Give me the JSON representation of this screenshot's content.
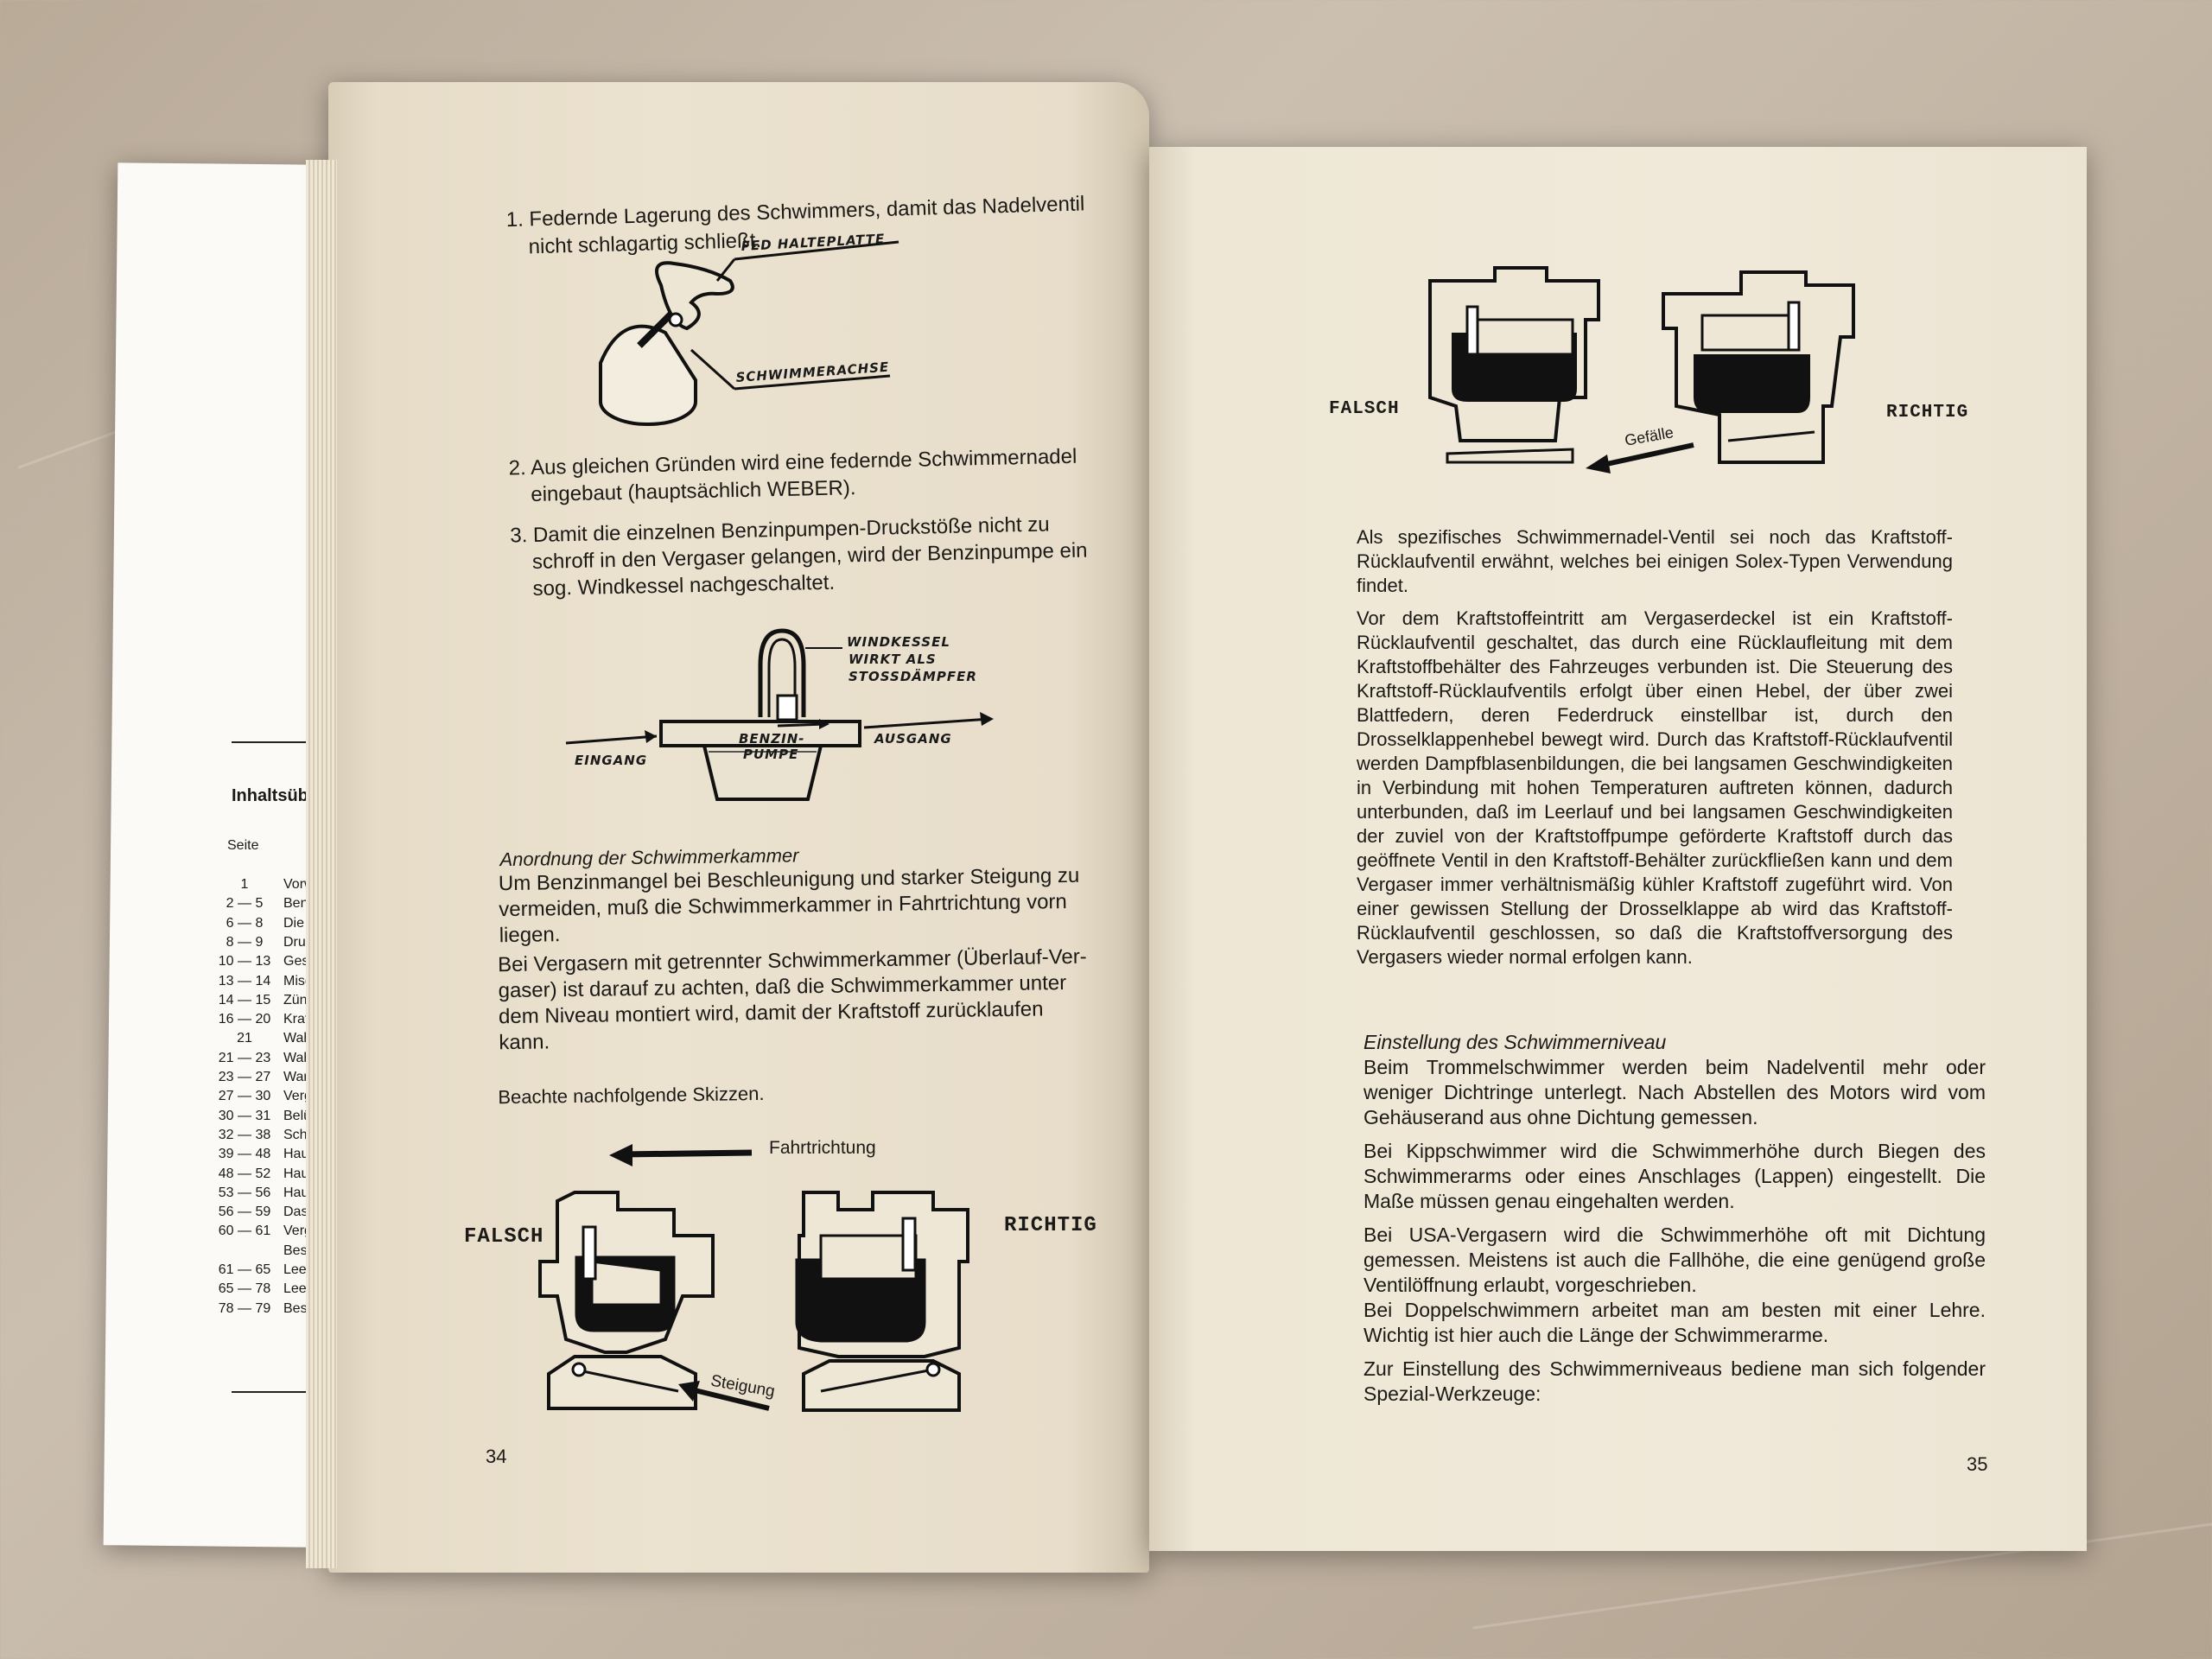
{
  "toc": {
    "title": "Inhaltsübersi",
    "seite": "Seite",
    "rows": [
      {
        "pages": "1",
        "title": "Vorw"
      },
      {
        "pages": "2 — 5",
        "title": "Benz"
      },
      {
        "pages": "6 — 8",
        "title": "Die V"
      },
      {
        "pages": "8 — 9",
        "title": "Druck"
      },
      {
        "pages": "10 — 13",
        "title": "Gese"
      },
      {
        "pages": "13 — 14",
        "title": "Misch"
      },
      {
        "pages": "14 — 15",
        "title": "Zünd"
      },
      {
        "pages": "16 — 20",
        "title": "Kraft"
      },
      {
        "pages": "21",
        "title": "Wahl"
      },
      {
        "pages": "21 — 23",
        "title": "Wahl"
      },
      {
        "pages": "23 — 27",
        "title": "Waru"
      },
      {
        "pages": "27 — 30",
        "title": "Verga"
      },
      {
        "pages": "30 — 31",
        "title": "Belüf"
      },
      {
        "pages": "32 — 38",
        "title": "Schw"
      },
      {
        "pages": "39 — 48",
        "title": "Haup"
      },
      {
        "pages": "48 — 52",
        "title": "Haup"
      },
      {
        "pages": "53 — 56",
        "title": "Haup"
      },
      {
        "pages": "56 — 59",
        "title": "Das L"
      },
      {
        "pages": "60 — 61",
        "title": "Verga"
      },
      {
        "pages": "",
        "title": "Besch"
      },
      {
        "pages": "61 — 65",
        "title": "Leerla"
      },
      {
        "pages": "65 — 78",
        "title": "Leerla"
      },
      {
        "pages": "78 — 79",
        "title": "Besch"
      }
    ]
  },
  "left": {
    "item1_line1": "1. Federnde Lagerung des Schwimmers, damit das Nadelventil",
    "item1_line2": "nicht schlagartig schließt.",
    "fig1": {
      "label_a": "FED HALTEPLATTE",
      "label_b": "SCHWIMMERACHSE"
    },
    "item2_line1": "2. Aus gleichen Gründen wird eine federnde Schwimmernadel",
    "item2_line2": "eingebaut (hauptsächlich WEBER).",
    "item3_line1": "3. Damit die einzelnen Benzinpumpen-Druckstöße nicht zu",
    "item3_line2": "schroff in den Vergaser gelangen, wird der Benzinpumpe ein",
    "item3_line3": "sog. Windkessel nachgeschaltet.",
    "fig2": {
      "windkessel_1": "WINDKESSEL",
      "windkessel_2": "WIRKT ALS",
      "windkessel_3": "STOSSDÄMPFER",
      "eingang": "EINGANG",
      "ausgang": "AUSGANG",
      "pumpe_1": "BENZIN-",
      "pumpe_2": "PUMPE"
    },
    "heading": "Anordnung der Schwimmerkammer",
    "para1": [
      "Um Benzinmangel bei Beschleunigung und starker Steigung zu",
      "vermeiden, muß die Schwimmerkammer in Fahrtrichtung vorn",
      "liegen."
    ],
    "para2": [
      "Bei Vergasern mit getrennter Schwimmerkammer (Überlauf-Ver-",
      "gaser) ist darauf zu achten, daß die Schwimmerkammer unter",
      "dem Niveau montiert wird, damit der Kraftstoff zurücklaufen",
      "kann."
    ],
    "para3": "Beachte nachfolgende Skizzen.",
    "fahrtrichtung": "Fahrtrichtung",
    "falsch": "FALSCH",
    "richtig": "RICHTIG",
    "steigung": "Steigung",
    "page_number": "34"
  },
  "right": {
    "falsch": "FALSCH",
    "richtig": "RICHTIG",
    "gefaelle": "Gefälle",
    "para1": "Als spezifisches Schwimmernadel-Ventil sei noch das Kraftstoff-Rücklaufventil erwähnt, welches bei einigen Solex-Typen Verwendung findet.",
    "para2": "Vor dem Kraftstoffeintritt am Vergaserdeckel ist ein Kraftstoff-Rücklaufventil geschaltet, das durch eine Rücklaufleitung mit dem Kraftstoffbehälter des Fahrzeuges verbunden ist. Die Steuerung des Kraftstoff-Rücklaufventils erfolgt über einen Hebel, der über zwei Blattfedern, deren Federdruck einstellbar ist, durch den Drosselklappenhebel bewegt wird. Durch das Kraftstoff-Rücklaufventil werden Dampfblasenbildungen, die bei langsamen Geschwindigkeiten in Verbindung mit hohen Temperaturen auftreten können, dadurch unterbunden, daß im Leerlauf und bei langsamen Geschwindigkeiten der zuviel von der Kraftstoffpumpe geförderte Kraftstoff durch das geöffnete Ventil in den Kraftstoff-Behälter zurückfließen kann und dem Vergaser immer verhältnismäßig kühler Kraftstoff zugeführt wird. Von einer gewissen Stellung der Drosselklappe ab wird das Kraftstoff-Rücklaufventil geschlossen, so daß die Kraftstoffversorgung des Vergasers wieder normal erfolgen kann.",
    "heading": "Einstellung des Schwimmerniveau",
    "para3": "Beim Trommelschwimmer werden beim Nadelventil mehr oder weniger Dichtringe unterlegt. Nach Abstellen des Motors wird vom Gehäuserand aus ohne Dichtung gemessen.",
    "para4": "Bei Kippschwimmer wird die Schwimmerhöhe durch Biegen des Schwimmerarms oder eines Anschlages (Lappen) eingestellt. Die Maße müssen genau eingehalten werden.",
    "para5a": "Bei USA-Vergasern wird die Schwimmerhöhe oft mit Dichtung gemessen. Meistens ist auch die Fallhöhe, die eine genügend große Ventilöffnung erlaubt, vorgeschrieben.",
    "para5b": "Bei Doppelschwimmern arbeitet man am besten mit einer Lehre. Wichtig ist hier auch die Länge der Schwimmerarme.",
    "para6": "Zur Einstellung des Schwimmerniveaus bediene man sich folgender Spezial-Werkzeuge:",
    "page_number": "35"
  }
}
